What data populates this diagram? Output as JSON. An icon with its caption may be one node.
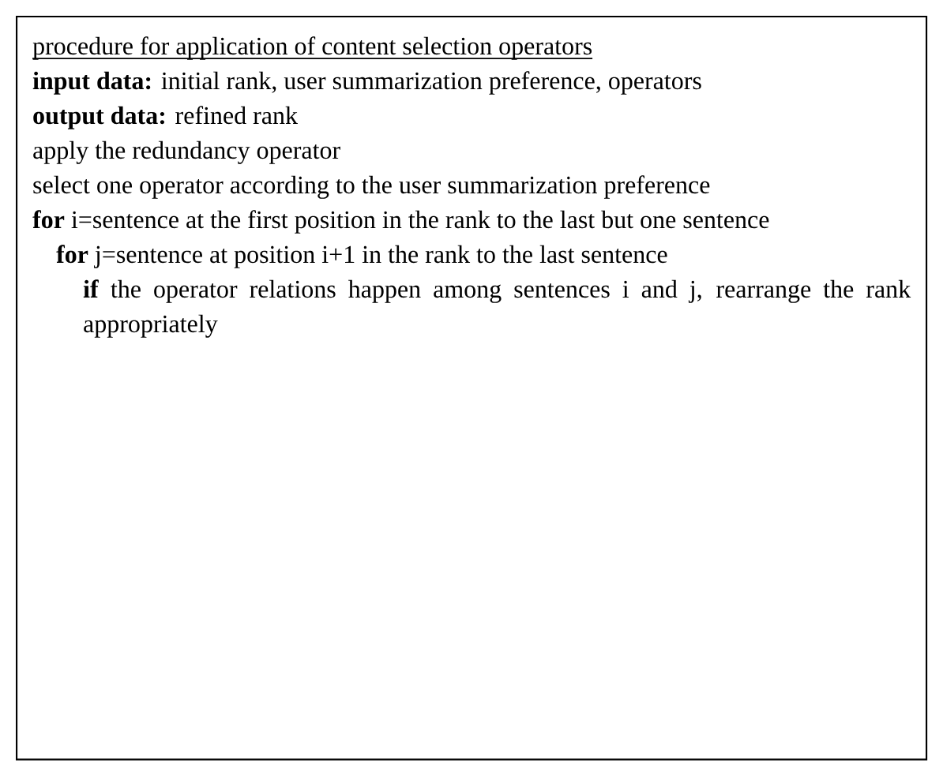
{
  "diagram": {
    "nodes": [
      {
        "text": [
          "procedure for application of content selection operators",
          "**input data:** initial rank, user summarization preference, operators",
          "**output data:** refined rank",
          "apply the redundancy operator",
          "select one operator according to the user summarization preference",
          "**for** i=sentence at the first position in the rank to the last but one sentence",
          "**for** j=sentence at position i+1 in the rank to the last sentence",
          "**if** the operator relations happen among sentences i and j, rearrange the rank appropriately"
        ]
      }
    ]
  }
}
